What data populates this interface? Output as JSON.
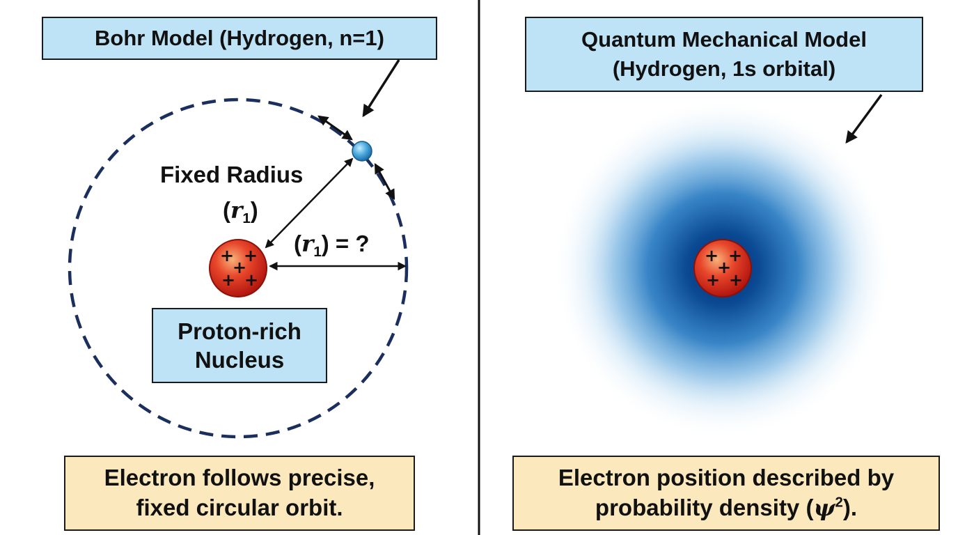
{
  "left_panel": {
    "title": "Bohr Model (Hydrogen, n=1)",
    "radius_label": "Fixed Radius",
    "radius_symbol": "r",
    "radius_subscript": "1",
    "distance_symbol": "r",
    "distance_subscript": "1",
    "distance_suffix": ") = ?",
    "nucleus_line1": "Proton-rich",
    "nucleus_line2": "Nucleus",
    "caption_line1": "Electron follows precise,",
    "caption_line2": "fixed circular orbit."
  },
  "right_panel": {
    "title_line1": "Quantum Mechanical Model",
    "title_line2": "(Hydrogen, 1s orbital)",
    "caption_line1": "Electron position described by",
    "caption_line2_prefix": "probability density (",
    "caption_symbol": "ψ",
    "caption_superscript": "2",
    "caption_line2_suffix": ")."
  },
  "colors": {
    "title_box": "#bfe3f6",
    "caption_box": "#fbe9bd",
    "orbit": "#1b2f5e",
    "electron": "#4aa9dd",
    "nucleus": "#d9261c",
    "cloud_core": "#0b3f86",
    "divider": "#111111"
  }
}
